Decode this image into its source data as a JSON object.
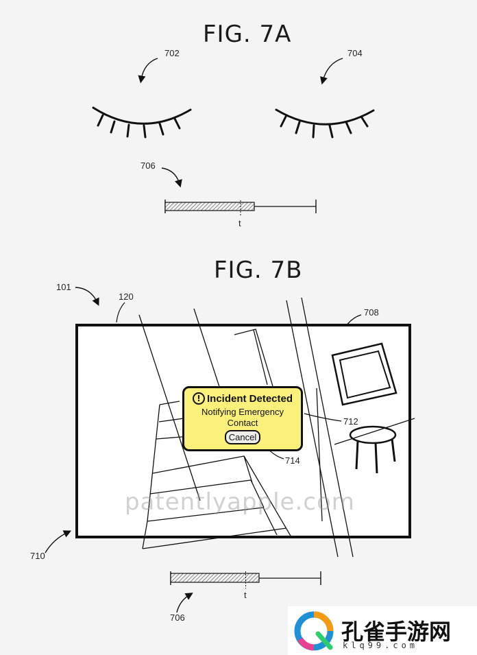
{
  "figures": {
    "fig_7a_title": "FIG. 7A",
    "fig_7b_title": "FIG. 7B"
  },
  "refs": {
    "r702": "702",
    "r704": "704",
    "r706a": "706",
    "t_a": "t",
    "r101": "101",
    "r120": "120",
    "r708": "708",
    "r712": "712",
    "r714": "714",
    "r710": "710",
    "r706b": "706",
    "t_b": "t"
  },
  "alert": {
    "icon_glyph": "!",
    "title": "Incident Detected",
    "message": "Notifying Emergency Contact",
    "cancel_label": "Cancel"
  },
  "timeline": {
    "filled_fraction": 0.5
  },
  "watermark": "patentlyapple.com",
  "logo": {
    "name": "孔雀手游网",
    "domain": "klq99.com"
  }
}
